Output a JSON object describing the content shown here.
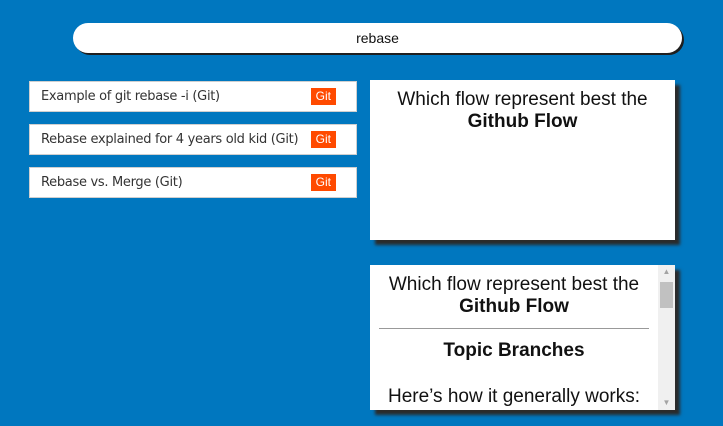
{
  "search": {
    "value": "rebase"
  },
  "results": [
    {
      "title": "Example of git rebase -i (Git)",
      "badge": "Git"
    },
    {
      "title": "Rebase explained for 4 years old kid (Git)",
      "badge": "Git"
    },
    {
      "title": "Rebase vs. Merge (Git)",
      "badge": "Git"
    }
  ],
  "card_front": {
    "question_line1": "Which flow represent best the",
    "question_line2": "Github Flow"
  },
  "card_back": {
    "question_line1": "Which flow represent best the",
    "question_line2": "Github Flow",
    "answer_heading": "Topic Branches",
    "answer_text": "Here’s how it generally works:"
  },
  "scrollbar": {
    "up_icon": "▲",
    "down_icon": "▼"
  },
  "colors": {
    "background": "#0077bf",
    "badge": "#ff4a00"
  }
}
